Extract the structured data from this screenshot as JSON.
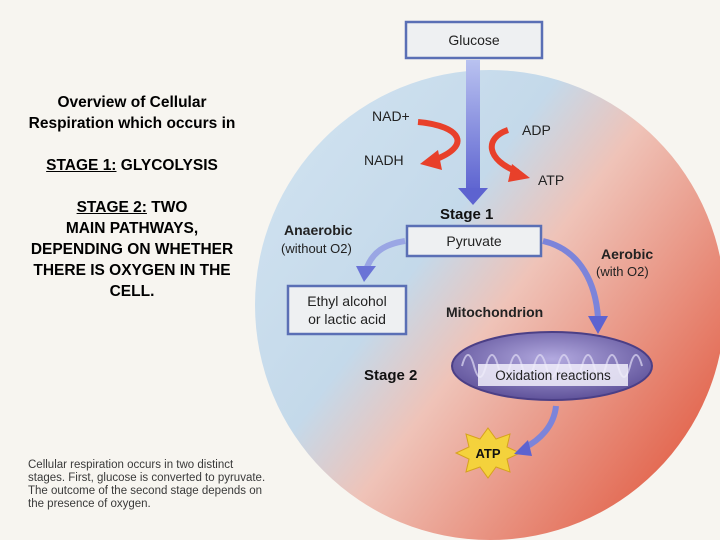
{
  "overview": {
    "title_line1": "Overview of Cellular",
    "title_line2": "Respiration which occurs in",
    "stage1_label": "STAGE 1:",
    "stage1_text": "GLYCOLYSIS",
    "stage2_label": "STAGE 2:",
    "stage2_text": "TWO",
    "stage2_line2": "MAIN PATHWAYS,",
    "stage2_line3": "DEPENDING ON WHETHER",
    "stage2_line4": "THERE IS OXYGEN IN THE",
    "stage2_line5": "CELL."
  },
  "diagram": {
    "glucose": "Glucose",
    "nad_plus": "NAD+",
    "nadh": "NADH",
    "adp": "ADP",
    "atp_stage1": "ATP",
    "stage1": "Stage 1",
    "pyruvate": "Pyruvate",
    "anaerobic": "Anaerobic",
    "anaerobic_condition": "(without O2)",
    "aerobic": "Aerobic",
    "aerobic_condition": "(with O2)",
    "ethyl_line1": "Ethyl alcohol",
    "ethyl_line2": "or lactic acid",
    "mitochondrion": "Mitochondrion",
    "stage2": "Stage 2",
    "oxidation": "Oxidation reactions",
    "atp_stage2": "ATP"
  },
  "caption": {
    "line1": "Cellular respiration occurs in two distinct",
    "line2": "stages. First, glucose is converted to pyruvate.",
    "line3": "The outcome of the second stage depends on",
    "line4": "the presence of oxygen."
  },
  "colors": {
    "anaerobic_blue": "#c6dcec",
    "aerobic_red": "#e4705a",
    "arrow_blue": "#6a6fd4",
    "arrow_orange": "#e8402a",
    "mitochondrion_purple": "#7b6fb8",
    "atp_yellow": "#f4d23c"
  }
}
